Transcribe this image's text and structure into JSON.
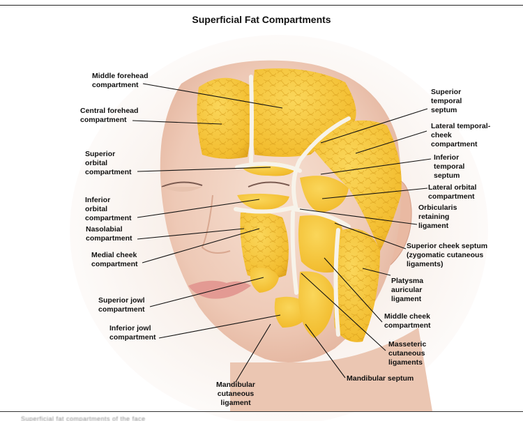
{
  "title": "Superficial Fat Compartments",
  "labels": {
    "middle_forehead": [
      "Middle forehead",
      "compartment"
    ],
    "central_forehead": [
      "Central forehead",
      "compartment"
    ],
    "superior_orbital": [
      "Superior",
      "orbital",
      "compartment"
    ],
    "inferior_orbital": [
      "Inferior",
      "orbital",
      "compartment"
    ],
    "nasolabial": [
      "Nasolabial",
      "compartment"
    ],
    "medial_cheek": [
      "Medial cheek",
      "compartment"
    ],
    "superior_jowl": [
      "Superior jowl",
      "compartment"
    ],
    "inferior_jowl": [
      "Inferior jowl",
      "compartment"
    ],
    "mandibular_cutaneous": [
      "Mandibular",
      "cutaneous",
      "ligament"
    ],
    "superior_temporal_septum": [
      "Superior",
      "temporal",
      "septum"
    ],
    "lateral_temporal_cheek": [
      "Lateral temporal-",
      "cheek",
      "compartment"
    ],
    "inferior_temporal_septum": [
      "Inferior",
      "temporal",
      "septum"
    ],
    "lateral_orbital": [
      "Lateral orbital",
      "compartment"
    ],
    "orbicularis_retaining": [
      "Orbicularis",
      "retaining",
      "ligament"
    ],
    "superior_cheek_septum": [
      "Superior cheek septum",
      "(zygomatic cutaneous",
      "ligaments)"
    ],
    "platysma_auricular": [
      "Platysma",
      "auricular",
      "ligament"
    ],
    "middle_cheek": [
      "Middle cheek",
      "compartment"
    ],
    "masseteric_cutaneous": [
      "Masseteric",
      "cutaneous",
      "ligaments"
    ],
    "mandibular_septum": [
      "Mandibular septum"
    ]
  },
  "colors": {
    "fat": "#F4C33A",
    "fat_dark": "#D9A01A",
    "skin": "#F2D6C4",
    "septum": "#F5F2EA",
    "leader": "#111111"
  },
  "caption_hint": "Superficial fat compartments of the face"
}
